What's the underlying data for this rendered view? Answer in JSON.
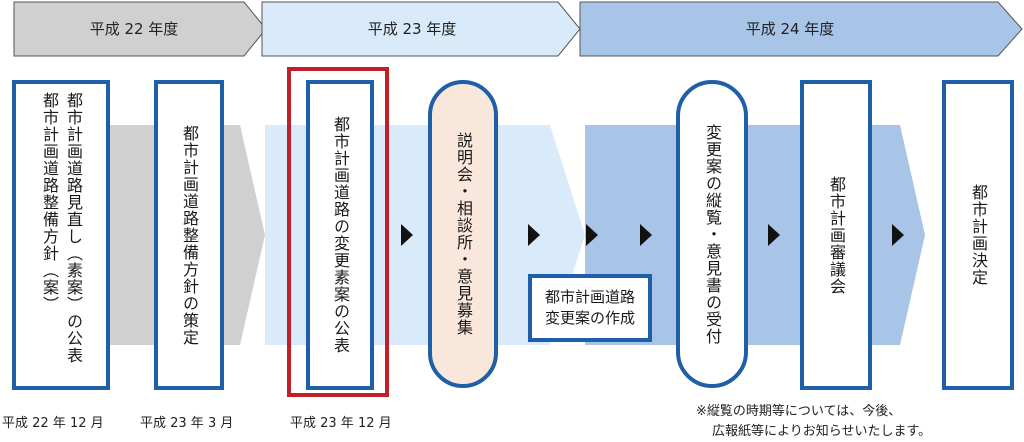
{
  "phases": [
    {
      "label": "平成 22 年度"
    },
    {
      "label": "平成 23 年度"
    },
    {
      "label": "平成 24 年度"
    }
  ],
  "steps": {
    "s1_col1": "都市計画道路見直し（素案）の公表",
    "s1_col2": "都市計画道路整備方針（案）",
    "s2": "都市計画道路整備方針の策定",
    "s3": "都市計画道路の変更素案の公表",
    "s4": "説明会・相談所・意見募集",
    "s5_line1": "都市計画道路",
    "s5_line2": "変更案の作成",
    "s6": "変更案の縦覧・意見書の受付",
    "s7": "都市計画審議会",
    "s8": "都市計画決定"
  },
  "dates": [
    "平成 22 年 12 月",
    "平成 23 年 3 月",
    "平成 23 年 12 月"
  ],
  "note": {
    "line1": "※縦覧の時期等については、今後、",
    "line2": "広報紙等によりお知らせいたします。"
  },
  "colors": {
    "gray": "#d0d0d0",
    "light_blue": "#d9ebfa",
    "mid_blue": "#a8c4e6",
    "box_border": "#1f5fa8",
    "highlight": "#c0202a",
    "pill_fill": "#f9e7dc"
  }
}
